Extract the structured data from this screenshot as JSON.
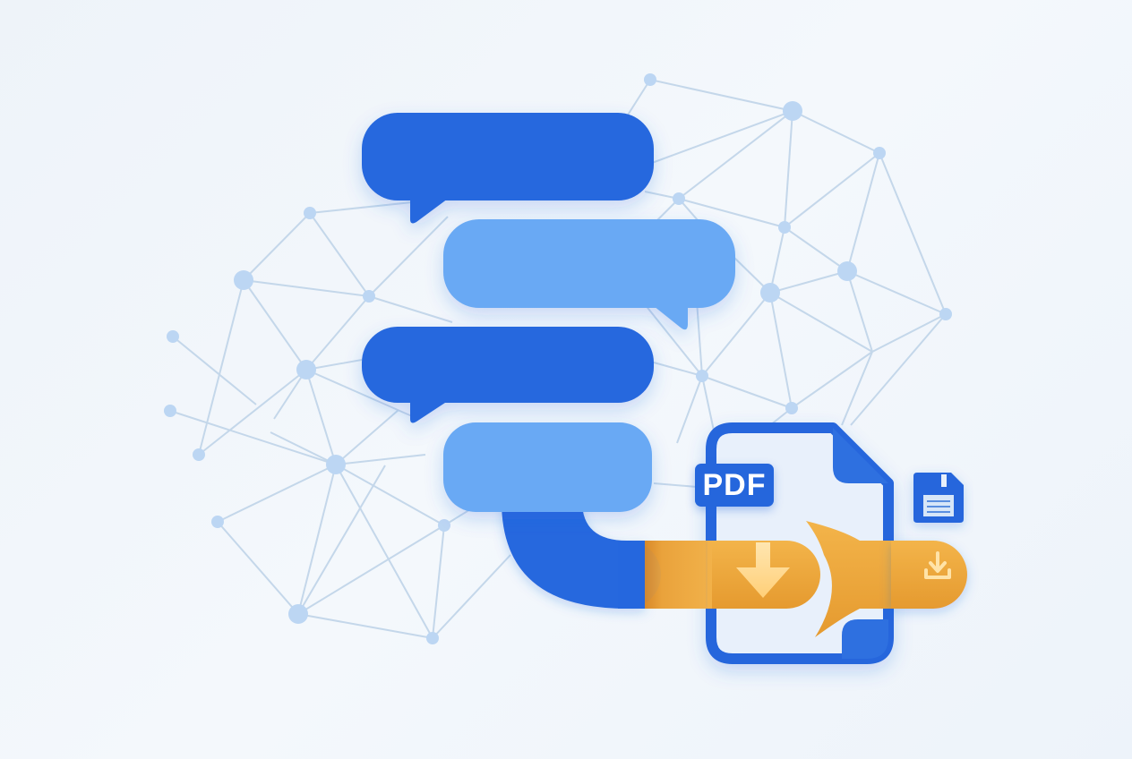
{
  "illustration": {
    "theme": "chat-to-pdf-export",
    "pdf_label": "PDF",
    "colors": {
      "background": "#f1f6fb",
      "bubble_dark": "#2567de",
      "bubble_light": "#69a9f4",
      "network_line": "#c4d7ea",
      "network_node": "#bcd6f3",
      "pdf_border": "#2566dc",
      "pdf_fill": "#e8f0fb",
      "arrow_orange": "#eda53b",
      "arrow_light": "#ffd98e"
    },
    "chat_bubbles": [
      {
        "style": "dark",
        "tail": "bottom-left"
      },
      {
        "style": "light",
        "tail": "bottom-right"
      },
      {
        "style": "dark",
        "tail": "bottom-left"
      },
      {
        "style": "light",
        "tail": "none"
      }
    ],
    "icons": [
      "chat-bubble-icon",
      "pdf-document-icon",
      "download-arrow-icon",
      "floppy-disk-save-icon",
      "download-tray-icon",
      "network-graph"
    ]
  }
}
